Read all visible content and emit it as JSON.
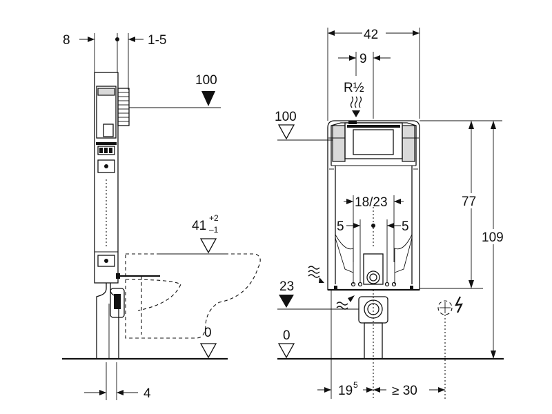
{
  "side_view": {
    "dim_left_depth": "8",
    "dim_right_offset": "1-5",
    "level_top": "100",
    "bowl_height_main": "41",
    "bowl_height_tol_plus": "+2",
    "bowl_height_tol_minus": "–1",
    "level_floor": "0",
    "dim_bottom": "4"
  },
  "front_view": {
    "dim_width": "42",
    "dim_supply_offset": "9",
    "supply_thread": "R½",
    "level_top": "100",
    "dim_bolt_spacing": "18/23",
    "dim_bolt_left": "5",
    "dim_bolt_right": "5",
    "dim_frame_height": "77",
    "dim_total_height": "109",
    "level_drain": "23",
    "level_floor": "0",
    "dim_drain_offset_main": "19",
    "dim_drain_offset_sup": "5",
    "dim_power_offset": "≥ 30"
  },
  "colors": {
    "line": "#111111",
    "panel_fill": "#d9d9d9",
    "background": "#ffffff"
  }
}
